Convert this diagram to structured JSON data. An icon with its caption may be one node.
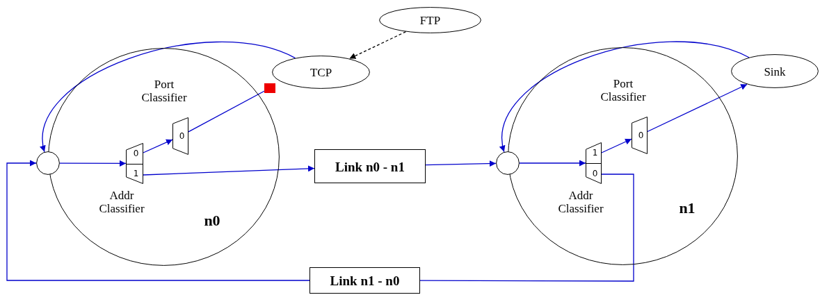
{
  "diagram": {
    "nodes": [
      {
        "text": [
          "n0"
        ]
      },
      {
        "text": [],
        "shape": "circle"
      },
      {
        "text": [
          "0",
          "1"
        ],
        "beside": [
          "Addr Classifier"
        ],
        "in": 0
      },
      {
        "text": [
          "0"
        ],
        "beside": [
          "Port Classifier"
        ],
        "in": 0
      },
      {
        "text": [
          "TCP"
        ]
      },
      {
        "text": [
          "FTP"
        ]
      },
      {
        "text": [],
        "shape": "box"
      },
      {
        "text": [
          "Link n0 - n1"
        ]
      },
      {
        "text": [
          "n1"
        ]
      },
      {
        "text": [],
        "shape": "circle"
      },
      {
        "text": [
          "1",
          "0"
        ],
        "beside": [
          "Addr Classifier"
        ],
        "in": 8
      },
      {
        "text": [
          "0"
        ],
        "beside": [
          "Port Classifier"
        ],
        "in": 8
      },
      {
        "text": [
          "Sink"
        ]
      },
      {
        "text": [
          "Link n1 - n0"
        ]
      }
    ],
    "edges": [
      {
        "from": 5,
        "to": 4,
        "arrow": "to",
        "style": "dashed",
        "color": "#000000"
      },
      {
        "from": 4,
        "to": 1,
        "arrow": "to"
      },
      {
        "from": 1,
        "to": 2,
        "arrow": "to"
      },
      {
        "from": 2,
        "to": 3,
        "arrow": "to"
      },
      {
        "from": 3,
        "to": 6,
        "arrow": "none"
      },
      {
        "from": 2,
        "to": 7,
        "arrow": "to"
      },
      {
        "from": 7,
        "to": 9,
        "arrow": "to"
      },
      {
        "from": 9,
        "to": 10,
        "arrow": "to"
      },
      {
        "from": 10,
        "to": 11,
        "arrow": "to"
      },
      {
        "from": 11,
        "to": 12,
        "arrow": "to"
      },
      {
        "from": 12,
        "to": 9,
        "arrow": "to"
      },
      {
        "from": 10,
        "to": 13,
        "arrow": "none"
      },
      {
        "from": 13,
        "to": 1,
        "arrow": "to"
      }
    ]
  }
}
